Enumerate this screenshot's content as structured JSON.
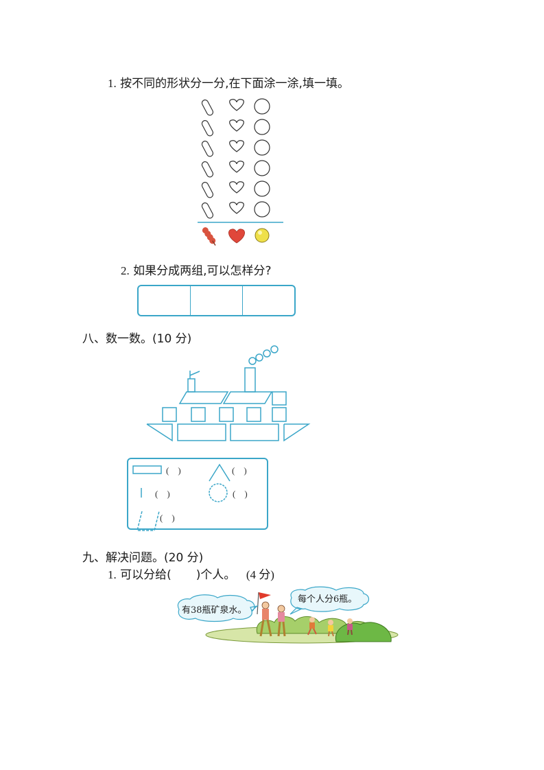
{
  "q7_part1": {
    "number": "1.",
    "text": "按不同的形状分一分,在下面涂一涂,填一填。",
    "shape_columns": [
      "skewer-shape",
      "heart-shape",
      "circle-shape"
    ],
    "rows": 6,
    "legend": [
      "skewer",
      "heart",
      "ball"
    ],
    "colors": {
      "line": "#3aa6c8",
      "skewer": "#d9533f",
      "heart": "#e0473a",
      "ball": "#efe04a"
    }
  },
  "q7_part2": {
    "number": "2.",
    "text": "如果分成两组,可以怎样分?",
    "answer_cells": [
      "",
      "",
      ""
    ]
  },
  "section8": {
    "title": "八、数一数。(10 分)",
    "shapes": [
      {
        "shape": "rectangle",
        "answer": "(    )"
      },
      {
        "shape": "triangle",
        "answer": "(    )"
      },
      {
        "shape": "line-segment",
        "answer": "(    )"
      },
      {
        "shape": "circle",
        "answer": "(    )"
      },
      {
        "shape": "parallelogram",
        "answer": "(    )"
      }
    ],
    "colors": {
      "line": "#3aa6c8"
    }
  },
  "section9": {
    "title": "九、解决问题。(20 分)",
    "q1": {
      "number": "1.",
      "text_before": "可以分给(",
      "text_after": ")个人。",
      "points": "(4 分)",
      "bubble_left": "有38瓶矿泉水。",
      "bubble_right": "每个人分6瓶。"
    }
  }
}
